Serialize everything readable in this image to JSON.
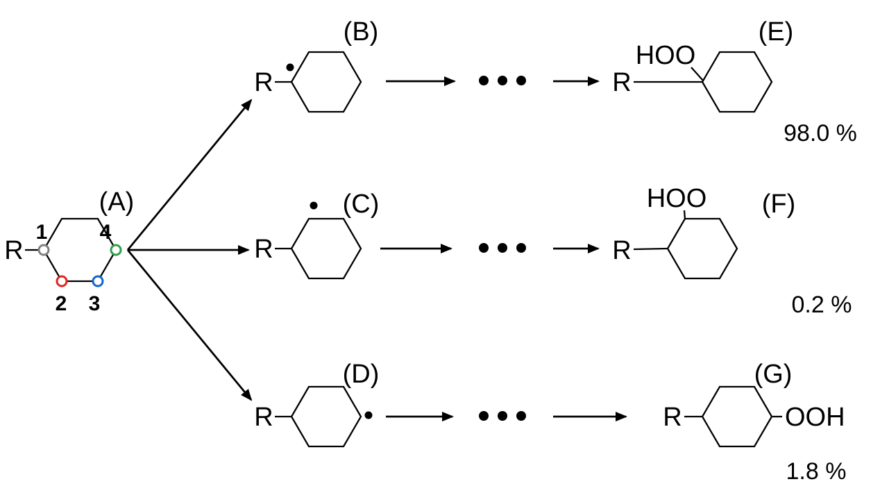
{
  "reactant": {
    "label": "(A)",
    "substituent": "R",
    "site_markers": [
      {
        "number": "1",
        "color": "#808080"
      },
      {
        "number": "2",
        "color": "#e0241b"
      },
      {
        "number": "3",
        "color": "#1266cc"
      },
      {
        "number": "4",
        "color": "#2f9e49"
      }
    ]
  },
  "intermediates": [
    {
      "label": "(B)",
      "substituent": "R"
    },
    {
      "label": "(C)",
      "substituent": "R"
    },
    {
      "label": "(D)",
      "substituent": "R"
    }
  ],
  "products": [
    {
      "label": "(E)",
      "substituent": "R",
      "peroxide": "HOO",
      "yield": "98.0 %"
    },
    {
      "label": "(F)",
      "substituent": "R",
      "peroxide": "HOO",
      "yield": "0.2 %"
    },
    {
      "label": "(G)",
      "substituent": "R",
      "peroxide": "OOH",
      "yield": "1.8 %"
    }
  ],
  "yield_color": "#ff0000"
}
